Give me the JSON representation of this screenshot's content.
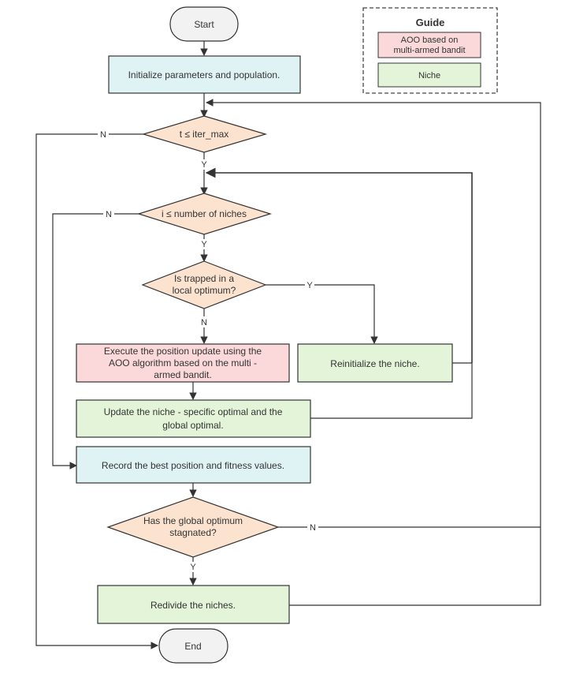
{
  "flowchart": {
    "guide": {
      "title": "Guide",
      "aoo_label_line1": "AOO based on",
      "aoo_label_line2": "multi-armed bandit",
      "niche_label": "Niche"
    },
    "nodes": {
      "start": "Start",
      "init": "Initialize parameters and population.",
      "iter_check": "t ≤ iter_max",
      "niche_check": "i ≤ number of niches",
      "trapped_line1": "Is trapped in a",
      "trapped_line2": "local optimum?",
      "execute_line1": "Execute the position update using the",
      "execute_line2": "AOO algorithm based on the multi -",
      "execute_line3": "armed bandit.",
      "reinit": "Reinitialize the niche.",
      "update_line1": "Update the niche - specific optimal and the",
      "update_line2": "global optimal.",
      "record": "Record the best position and fitness values.",
      "stagnated_line1": "Has the global optimum",
      "stagnated_line2": "stagnated?",
      "redivide": "Redivide the niches.",
      "end": "End"
    },
    "edge_labels": {
      "iter_no": "N",
      "iter_yes": "Y",
      "niche_no": "N",
      "niche_yes": "Y",
      "trapped_yes": "Y",
      "trapped_no": "N",
      "stag_no": "N",
      "stag_yes": "Y"
    },
    "colors": {
      "terminal_fill": "#f2f2f2",
      "process_fill": "#dff3f5",
      "decision_fill": "#fbe3cf",
      "aoo_fill": "#fbd9da",
      "niche_fill": "#e4f4d9",
      "stroke": "#333333"
    }
  }
}
